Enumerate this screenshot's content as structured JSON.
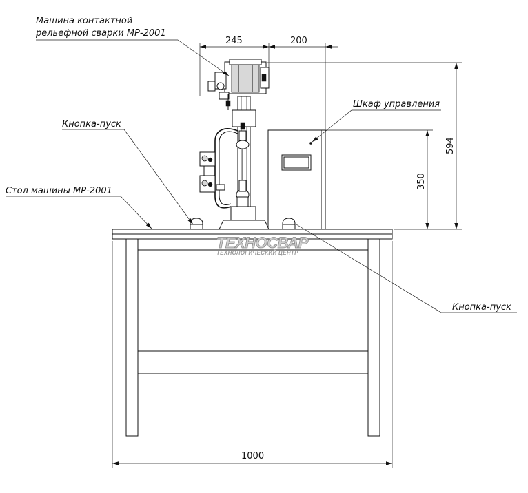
{
  "labels": {
    "machine_line1": "Машина контактной",
    "machine_line2": "рельефной сварки МР-2001",
    "start_button_left": "Кнопка-пуск",
    "table": "Стол машины МР-2001",
    "control_cabinet": "Шкаф управления",
    "start_button_right": "Кнопка-пуск"
  },
  "dimensions": {
    "width_245": "245",
    "width_200": "200",
    "height_594": "594",
    "height_350": "350",
    "width_1000": "1000"
  },
  "watermark": {
    "brand": "ТЕХНОСВАР",
    "subtitle": "ТЕХНОЛОГИЧЕСКИЙ ЦЕНТР"
  }
}
